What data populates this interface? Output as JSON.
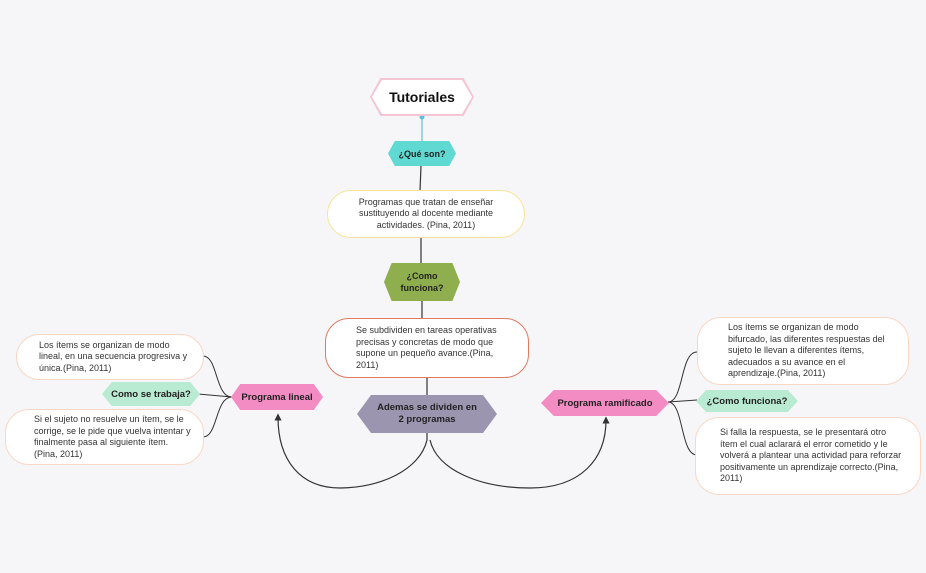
{
  "nodes": {
    "root": "Tutoriales",
    "que_son": "¿Qué son?",
    "definicion": "Programas que tratan de enseñar sustituyendo al docente mediante actividades. (Pina, 2011)",
    "como_funciona": "¿Como funciona?",
    "subdividen": "Se subdividen en tareas operativas precisas y concretas de modo que supone un pequeño avance.(Pina, 2011)",
    "dividen": "Ademas se dividen en 2 programas",
    "lineal": "Programa lineal",
    "lineal_desc1": "Los ítems se organizan de modo lineal, en una secuencia progresiva y única.(Pina, 2011)",
    "como_se_trabaja": "Como se trabaja?",
    "lineal_desc2": "Si el sujeto no resuelve un ítem, se le corrige, se le pide que vuelva intentar y finalmente pasa al siguiente ítem. (Pina, 2011)",
    "ramificado": "Programa ramificado",
    "ram_desc1": "Los ítems se organizan de modo bifurcado, las diferentes respuestas del sujeto le llevan a diferentes ítems, adecuados a su avance en el aprendizaje.(Pina, 2011)",
    "como_funciona2": "¿Como funciona?",
    "ram_desc2": "Si falla la respuesta, se le presentará otro ítem el cual aclarará el error cometido y le volverá a plantear una actividad para reforzar positivamente un aprendizaje correcto.(Pina, 2011)"
  },
  "colors": {
    "background": "#f6f6f9",
    "root_border": "#f4c6d4",
    "que_son": "#5fd9d2",
    "definicion_border": "#f7e49a",
    "como_funciona": "#8fae4e",
    "subdividen_border": "#e07a5f",
    "dividen": "#9c95b0",
    "programa": "#f48cc4",
    "green_light": "#b9ead2",
    "peach_border": "#f8d7c4"
  }
}
